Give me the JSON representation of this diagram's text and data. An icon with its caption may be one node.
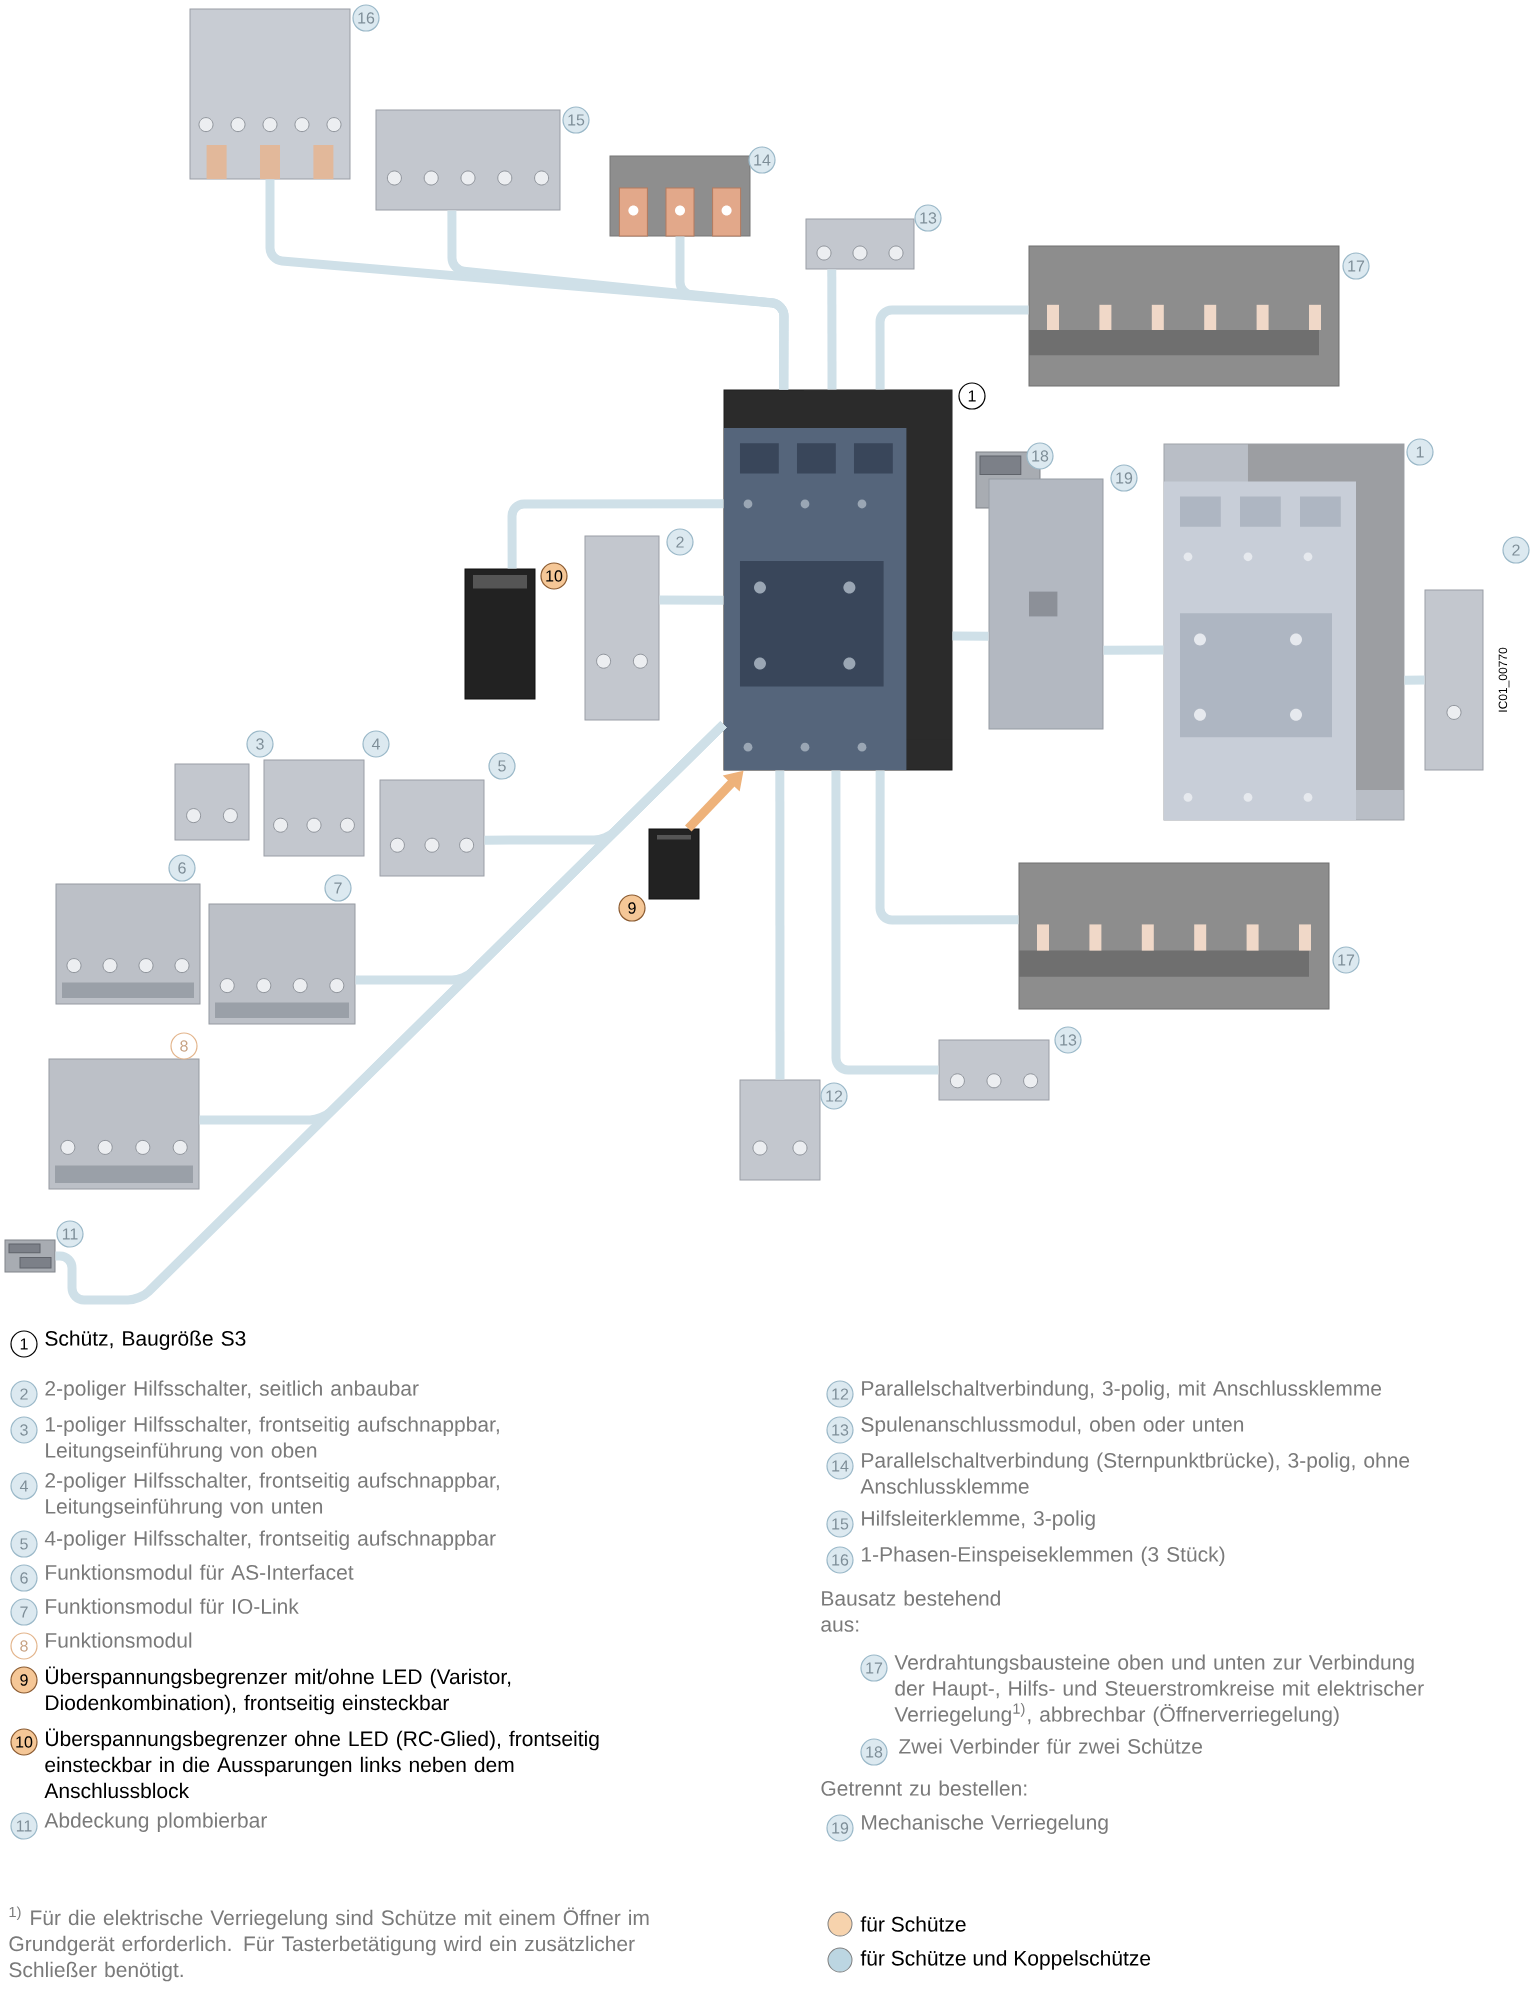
{
  "diagram": {
    "nodes": [
      {
        "text": [],
        "shape": "picture",
        "beside": [
          "1"
        ]
      },
      {
        "text": [],
        "shape": "picture",
        "beside": [
          "16"
        ]
      },
      {
        "text": [],
        "shape": "picture",
        "beside": [
          "15"
        ]
      },
      {
        "text": [],
        "shape": "picture",
        "beside": [
          "14"
        ]
      },
      {
        "text": [],
        "shape": "picture",
        "beside": [
          "13"
        ]
      },
      {
        "text": [],
        "shape": "picture",
        "beside": [
          "17"
        ]
      },
      {
        "text": [],
        "shape": "picture",
        "beside": [
          "18"
        ]
      },
      {
        "text": [],
        "shape": "picture",
        "beside": [
          "19"
        ]
      },
      {
        "text": [],
        "shape": "picture",
        "beside": [
          "1"
        ]
      },
      {
        "text": [],
        "shape": "picture",
        "beside": [
          "2"
        ]
      },
      {
        "text": [],
        "shape": "picture",
        "beside": [
          "10"
        ]
      },
      {
        "text": [],
        "shape": "picture",
        "beside": [
          "2"
        ]
      },
      {
        "text": [],
        "shape": "picture",
        "beside": [
          "3"
        ]
      },
      {
        "text": [],
        "shape": "picture",
        "beside": [
          "4"
        ]
      },
      {
        "text": [],
        "shape": "picture",
        "beside": [
          "5"
        ]
      },
      {
        "text": [],
        "shape": "picture",
        "beside": [
          "6"
        ]
      },
      {
        "text": [],
        "shape": "picture",
        "beside": [
          "7"
        ]
      },
      {
        "text": [],
        "shape": "picture",
        "beside": [
          "8"
        ]
      },
      {
        "text": [],
        "shape": "picture",
        "beside": [
          "11"
        ]
      },
      {
        "text": [],
        "shape": "picture",
        "beside": [
          "9"
        ]
      },
      {
        "text": [],
        "shape": "picture",
        "beside": [
          "12"
        ]
      },
      {
        "text": [],
        "shape": "picture",
        "beside": [
          "13"
        ]
      },
      {
        "text": [],
        "shape": "picture",
        "beside": [
          "17"
        ]
      }
    ],
    "edges": [
      {
        "from": 1,
        "to": 0,
        "arrow": "none"
      },
      {
        "from": 2,
        "to": 0,
        "arrow": "none"
      },
      {
        "from": 3,
        "to": 0,
        "arrow": "none"
      },
      {
        "from": 4,
        "to": 0,
        "arrow": "none"
      },
      {
        "from": 5,
        "to": 0,
        "arrow": "none"
      },
      {
        "from": 10,
        "to": 0,
        "arrow": "none"
      },
      {
        "from": 11,
        "to": 0,
        "arrow": "none"
      },
      {
        "from": 7,
        "to": 0,
        "arrow": "none"
      },
      {
        "from": 7,
        "to": 8,
        "arrow": "none"
      },
      {
        "from": 8,
        "to": 9,
        "arrow": "none"
      },
      {
        "from": 14,
        "to": 0,
        "arrow": "none"
      },
      {
        "from": 16,
        "to": 0,
        "arrow": "none"
      },
      {
        "from": 17,
        "to": 0,
        "arrow": "none"
      },
      {
        "from": 18,
        "to": 0,
        "arrow": "none"
      },
      {
        "from": 19,
        "to": 0,
        "arrow": "to",
        "color": "#eeb27a"
      },
      {
        "from": 20,
        "to": 0,
        "arrow": "none"
      },
      {
        "from": 21,
        "to": 0,
        "arrow": "none"
      },
      {
        "from": 22,
        "to": 0,
        "arrow": "none"
      }
    ],
    "labels": [
      "IC01_00770",
      "1",
      "Schütz, Baugröße S3",
      "2",
      "2-poliger Hilfsschalter, seitlich anbaubar",
      "3",
      "1-poliger Hilfsschalter, frontseitig aufschnappbar, Leitungseinführung von oben",
      "4",
      "2-poliger Hilfsschalter, frontseitig aufschnappbar, Leitungseinführung von unten",
      "5",
      "4-poliger Hilfsschalter, frontseitig aufschnappbar",
      "6",
      "Funktionsmodul für AS-Interfacet",
      "7",
      "Funktionsmodul für IO-Link",
      "8",
      "Funktionsmodul",
      "9",
      "Überspannungsbegrenzer mit/ohne LED (Varistor, Diodenkombination), frontseitig einsteckbar",
      "10",
      "Überspannungsbegrenzer ohne LED (RC-Glied), frontseitig einsteckbar in die Aussparungen links neben dem Anschlussblock",
      "11",
      "Abdeckung plombierbar",
      "12",
      "Parallelschaltverbindung, 3-polig, mit Anschlussklemme",
      "13",
      "Spulenanschlussmodul, oben oder unten",
      "14",
      "Parallelschaltverbindung (Sternpunktbrücke), 3-polig, ohne Anschlussklemme",
      "15",
      "Hilfsleiterklemme, 3-polig",
      "16",
      "1-Phasen-Einspeiseklemmen (3 Stück)",
      "Bausatz bestehend aus:",
      "17",
      "Verdrahtungsbausteine oben und unten zur Verbindung der Haupt-, Hilfs- und Steuerstromkreise mit elektrischer Verriegelung$^{1)}$, abbrechbar (Öffnerverriegelung)",
      "18",
      "Zwei Verbinder für zwei Schütze",
      "Getrennt zu bestellen:",
      "19",
      "Mechanische Verriegelung",
      "$^{1)}$ Für die elektrische Verriegelung sind Schütze mit einem Öffner im Grundgerät erforderlich. Für Tasterbetätigung wird ein zusätzlicher Schließer benötigt."
    ],
    "legend": [
      {
        "text": "für Schütze",
        "color": "#f7d3ad"
      },
      {
        "text": "für Schütze und Koppelschütze",
        "color": "#bcd6e2"
      }
    ]
  }
}
